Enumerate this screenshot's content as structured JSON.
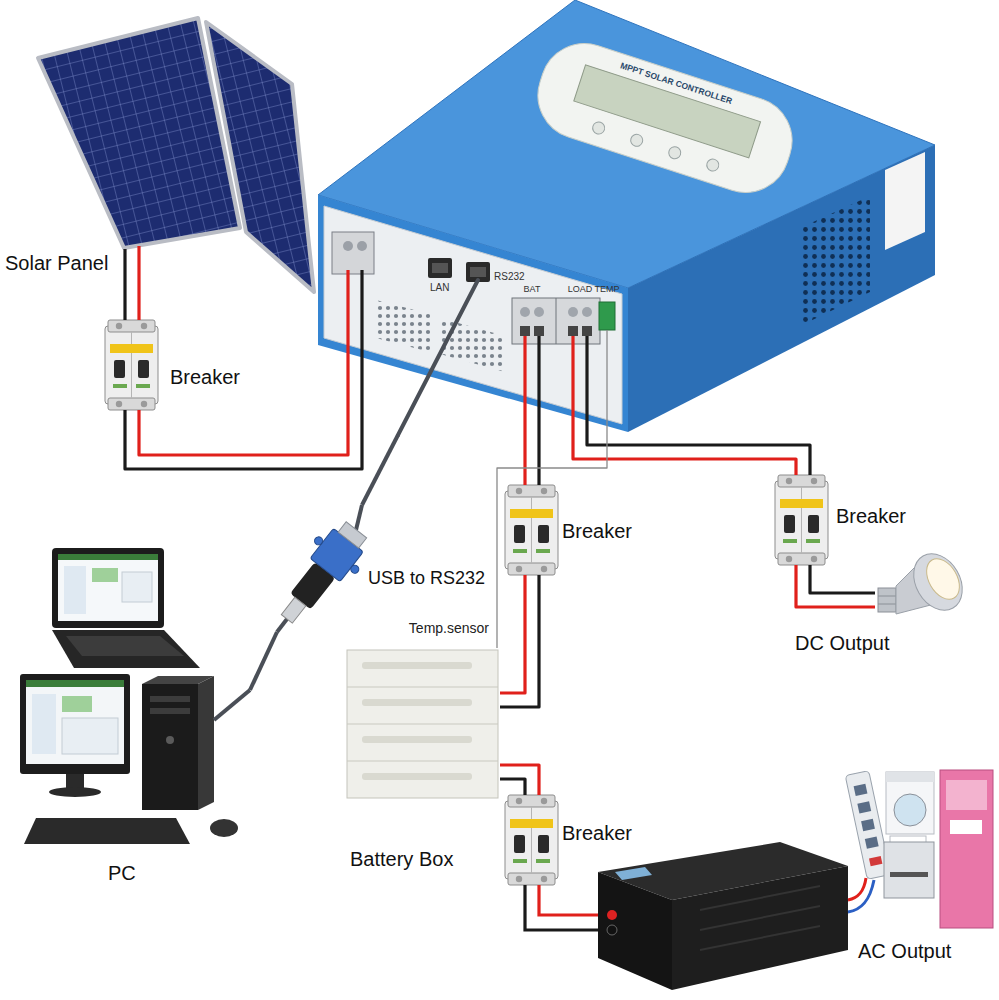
{
  "diagram": {
    "nodes": [
      {
        "text": [
          "Solar Panel"
        ]
      },
      {
        "text": [
          "MPPT SOLAR CONTROLLER",
          "LAN",
          "RS232",
          "LOAD",
          "BAT",
          "TEMP"
        ]
      },
      {
        "text": [
          "Breaker"
        ]
      },
      {
        "text": [
          "Breaker"
        ]
      },
      {
        "text": [
          "Breaker"
        ]
      },
      {
        "text": [
          "USB to RS232"
        ]
      },
      {
        "text": [
          "DC Output"
        ]
      },
      {
        "text": [
          "Battery Box"
        ]
      },
      {
        "text": [
          "PC"
        ]
      },
      {
        "text": [
          "Breaker"
        ]
      },
      {
        "text": [
          "AC Output"
        ]
      }
    ],
    "edges": [
      {
        "from": 0,
        "to": 2,
        "arrow": "none"
      },
      {
        "from": 2,
        "to": 1,
        "arrow": "none"
      },
      {
        "from": 1,
        "to": 3,
        "arrow": "none"
      },
      {
        "from": 3,
        "to": 7,
        "arrow": "none"
      },
      {
        "from": 1,
        "to": 4,
        "arrow": "none"
      },
      {
        "from": 4,
        "to": 6,
        "arrow": "none"
      },
      {
        "from": 1,
        "to": 7,
        "label": "Temp.sensor",
        "arrow": "none"
      },
      {
        "from": 1,
        "to": 5,
        "arrow": "none"
      },
      {
        "from": 5,
        "to": 8,
        "arrow": "none"
      },
      {
        "from": 7,
        "to": 9,
        "arrow": "none"
      }
    ]
  }
}
